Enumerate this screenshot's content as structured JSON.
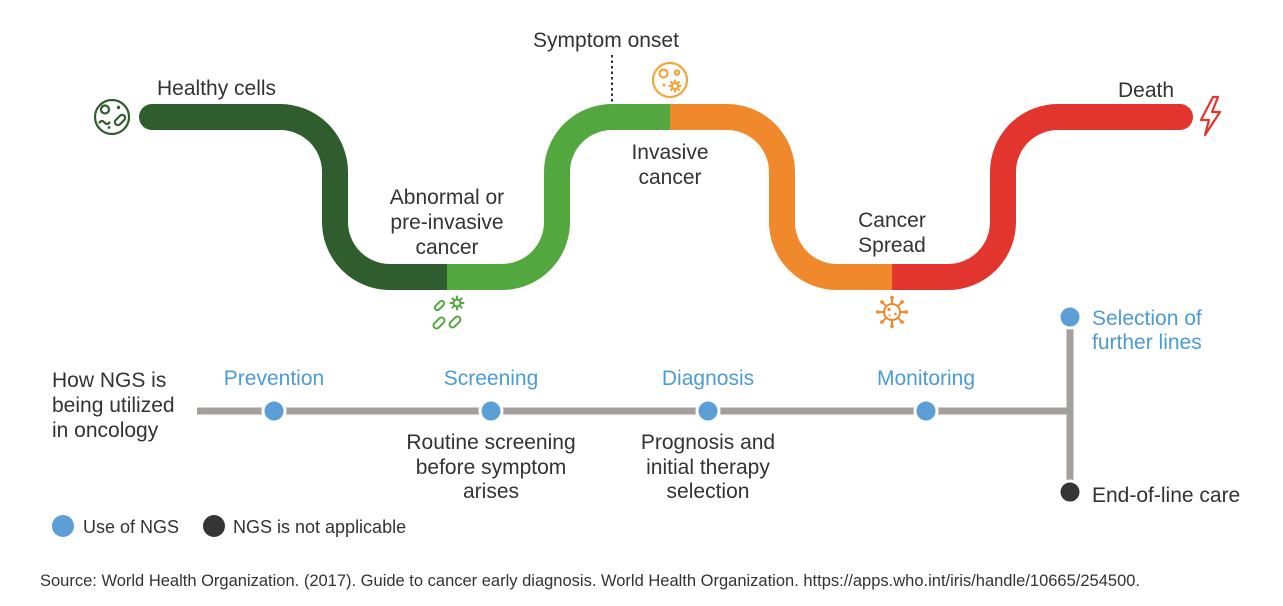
{
  "progression": {
    "colors": {
      "healthy": "#2f5d2e",
      "pre_invasive": "#52a83f",
      "invasive": "#f0892b",
      "spread": "#e2352d",
      "symptom_onset": "#f2a53a"
    },
    "labels": {
      "healthy": "Healthy cells",
      "abnormal": [
        "Abnormal or",
        "pre-invasive",
        "cancer"
      ],
      "symptom_onset": "Symptom onset",
      "invasive": [
        "Invasive",
        "cancer"
      ],
      "spread": [
        "Cancer",
        "Spread"
      ],
      "death": "Death"
    },
    "icons": {
      "healthy": "healthy-cells-icon",
      "abnormal": "abnormal-cells-icon",
      "symptom_onset": "symptom-cells-icon",
      "spread": "spreading-cancer-cell-icon",
      "death": "lightning-bolt-icon"
    }
  },
  "ngs": {
    "heading": [
      "How NGS is",
      "being utilized",
      "in oncology"
    ],
    "line_color": "#a39f9d",
    "label_color": "#4b9cd3",
    "stages": [
      {
        "label": "Prevention",
        "ngs": true
      },
      {
        "label": "Screening",
        "ngs": true,
        "note": [
          "Routine screening",
          "before symptom",
          "arises"
        ]
      },
      {
        "label": "Diagnosis",
        "ngs": true,
        "note": [
          "Prognosis and",
          "initial therapy",
          "selection"
        ]
      },
      {
        "label": "Monitoring",
        "ngs": true
      }
    ],
    "branches": [
      {
        "label": [
          "Selection of",
          "further lines"
        ],
        "ngs": true
      },
      {
        "label": [
          "End-of-line care"
        ],
        "ngs": false
      }
    ]
  },
  "legend": [
    {
      "label": "Use of NGS",
      "color": "#5b9fd6"
    },
    {
      "label": "NGS is not applicable",
      "color": "#353535"
    }
  ],
  "source": "Source: World Health Organization. (2017). Guide to cancer early diagnosis. World Health Organization. https://apps.who.int/iris/handle/10665/254500."
}
